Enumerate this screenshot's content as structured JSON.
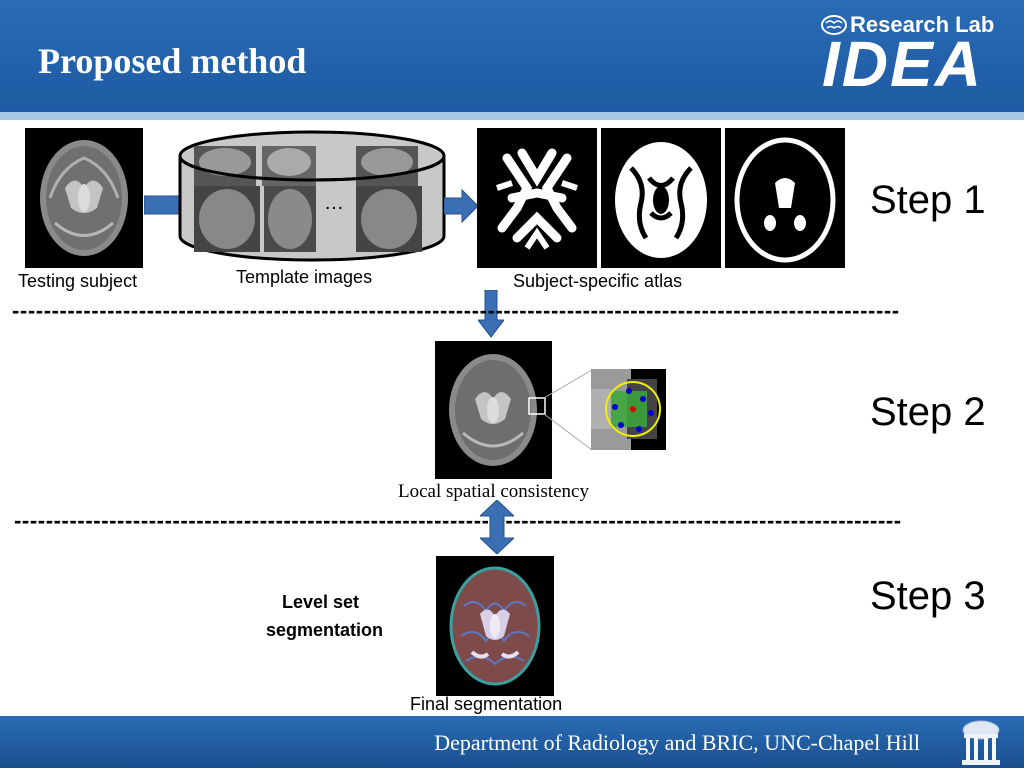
{
  "header": {
    "title": "Proposed method",
    "logo_sub": "Research Lab",
    "logo_main": "IDEA"
  },
  "step1": {
    "step_label": "Step 1",
    "testing_subject_label": "Testing subject",
    "template_images_label": "Template images",
    "ellipsis": "…",
    "atlas_label": "Subject-specific atlas"
  },
  "step2": {
    "step_label": "Step 2",
    "caption": "Local spatial consistency"
  },
  "step3": {
    "step_label": "Step 3",
    "method_line1": "Level set",
    "method_line2": "segmentation",
    "caption": "Final segmentation"
  },
  "separator": "----------------------------------------------------------------------------------------------------------------",
  "footer": {
    "text": "Department of Radiology and BRIC, UNC-Chapel Hill"
  },
  "colors": {
    "header_blue": "#1d5aa3",
    "arrow_blue": "#3b6fb3",
    "cylinder_fill": "#c8c8c8"
  }
}
